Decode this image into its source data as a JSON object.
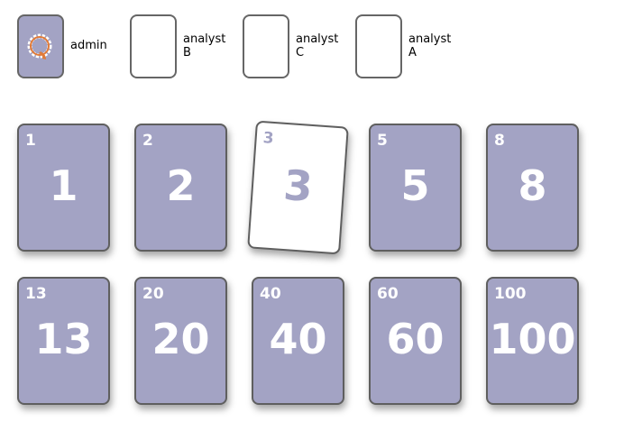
{
  "players": [
    {
      "name": "admin",
      "voted": true,
      "icon": "logo-icon"
    },
    {
      "name": "analyst B",
      "voted": false
    },
    {
      "name": "analyst C",
      "voted": false
    },
    {
      "name": "analyst A",
      "voted": false
    }
  ],
  "cards": [
    "1",
    "2",
    "3",
    "5",
    "8",
    "13",
    "20",
    "40",
    "60",
    "100"
  ],
  "selected_card": "3",
  "colors": {
    "card": "#a3a3c4",
    "border": "#5f5f5f",
    "logo": "#e07b39"
  }
}
